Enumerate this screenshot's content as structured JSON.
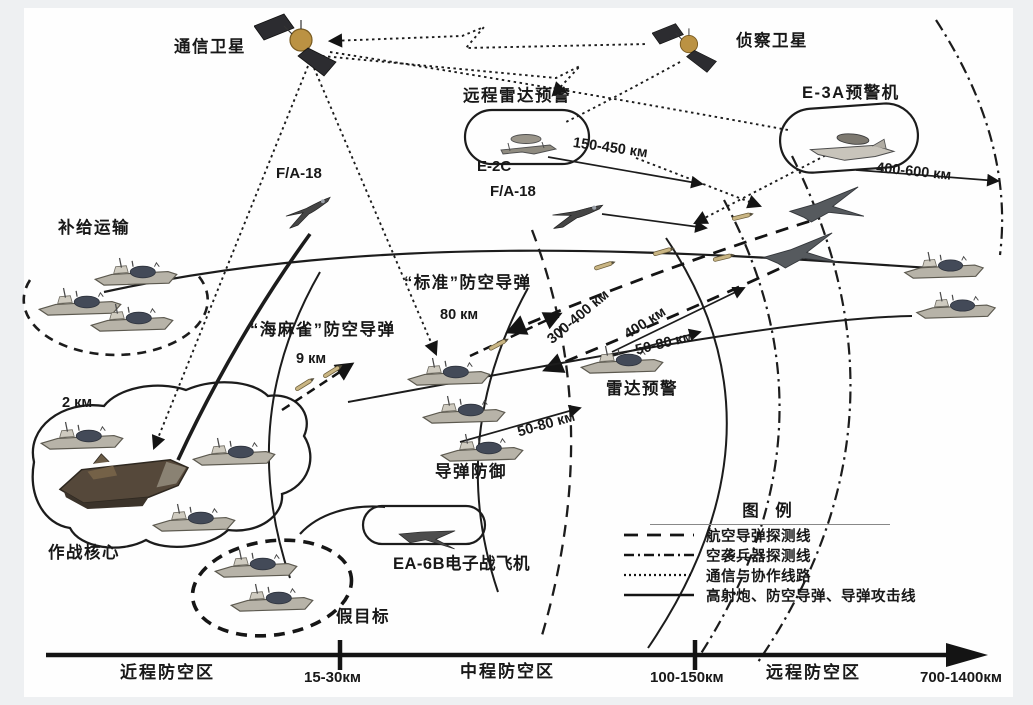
{
  "labels": {
    "comm_satellite": "通信卫星",
    "recon_satellite": "侦察卫星",
    "far_radar_warning": "远程雷达预警",
    "e2c": "E-2C",
    "e3a_awacs": "E-3A预警机",
    "fa18_upper": "F/A-18",
    "fa18_mid": "F/A-18",
    "supply_transport": "补给运输",
    "standard_sam": "“标准”防空导弹",
    "sea_sparrow_sam": "“海麻雀”防空导弹",
    "radar_warning": "雷达预警",
    "missile_defense": "导弹防御",
    "combat_core": "作战核心",
    "ea6b": "EA-6B电子战飞机",
    "decoy": "假目标"
  },
  "ranges": {
    "r150_450": "150-450 км",
    "r400_600": "400-600 км",
    "r80": "80 км",
    "r9": "9 км",
    "r300_400": "300-400 км",
    "r400": "400 км",
    "r50_80_a": "50-80 км",
    "r50_80_b": "50-80 км",
    "r2": "2 км"
  },
  "legend": {
    "title": "图 例",
    "items": [
      {
        "label": "航空导弹探测线",
        "style": "dashed"
      },
      {
        "label": "空袭兵器探测线",
        "style": "dash-dot"
      },
      {
        "label": "通信与协作线路",
        "style": "dotted"
      },
      {
        "label": "高射炮、防空导弹、导弹攻击线",
        "style": "solid"
      }
    ]
  },
  "axis": {
    "zones": [
      {
        "label": "近程防空区"
      },
      {
        "label": "中程防空区"
      },
      {
        "label": "远程防空区"
      }
    ],
    "ticks": [
      {
        "label": "15-30км"
      },
      {
        "label": "100-150км"
      },
      {
        "label": "700-1400км"
      }
    ]
  },
  "icons": {
    "communication-satellite-icon": "satellite with solar panels",
    "recon-satellite-icon": "satellite with solar panels",
    "carrier-icon": "aircraft carrier",
    "destroyer-icon": "escort warship",
    "fighter-icon": "F/A-18 fighter",
    "awacs-icon": "E-3A AWACS",
    "e2c-icon": "E-2C Hawkeye",
    "bomber-icon": "attacking bomber",
    "ea6b-icon": "EA-6B jammer",
    "missile-icon": "tan missile"
  },
  "colors": {
    "page_bg": "#eef0f2",
    "canvas_bg": "#fefefe",
    "line": "#1c1c1c",
    "missile": "#c9b583",
    "carrier": "#4f4334",
    "ship": "#b7b3a8"
  }
}
